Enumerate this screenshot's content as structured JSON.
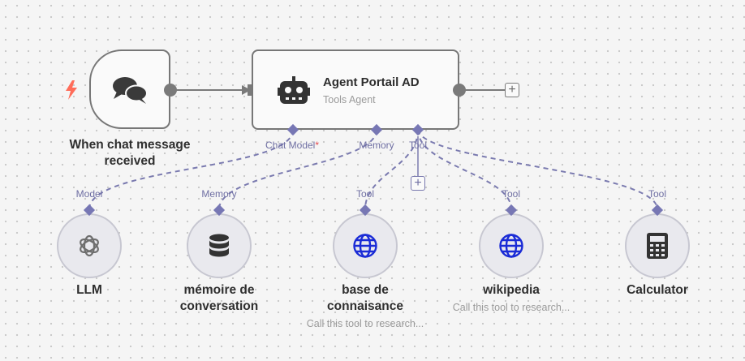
{
  "trigger": {
    "title_line1": "When chat message",
    "title_line2": "received",
    "icon": "chat-bubbles-icon",
    "badge_icon": "lightning-icon",
    "badge_color": "#ff6d5a"
  },
  "agent": {
    "title": "Agent Portail AD",
    "subtitle": "Tools Agent",
    "icon": "robot-icon",
    "ports": {
      "chat_model": "Chat Model",
      "required_mark": "*",
      "memory": "Memory",
      "tool": "Tool"
    }
  },
  "subnodes": [
    {
      "id": "llm",
      "title_lines": [
        "LLM"
      ],
      "port_label": "Model",
      "icon": "openai-icon",
      "subtitle": ""
    },
    {
      "id": "memory",
      "title_lines": [
        "mémoire de",
        "conversation"
      ],
      "port_label": "Memory",
      "icon": "database-icon",
      "subtitle": ""
    },
    {
      "id": "kb",
      "title_lines": [
        "base de",
        "connaisance"
      ],
      "port_label": "Tool",
      "icon": "globe-icon",
      "subtitle": "Call this tool to research..."
    },
    {
      "id": "wiki",
      "title_lines": [
        "wikipedia"
      ],
      "port_label": "Tool",
      "icon": "globe-icon",
      "subtitle": "Call this tool to research..."
    },
    {
      "id": "calc",
      "title_lines": [
        "Calculator"
      ],
      "port_label": "Tool",
      "icon": "calculator-icon",
      "subtitle": ""
    }
  ],
  "colors": {
    "connection": "#7a7aaf",
    "globe": "#1a2bd6",
    "node_border": "#777777"
  }
}
